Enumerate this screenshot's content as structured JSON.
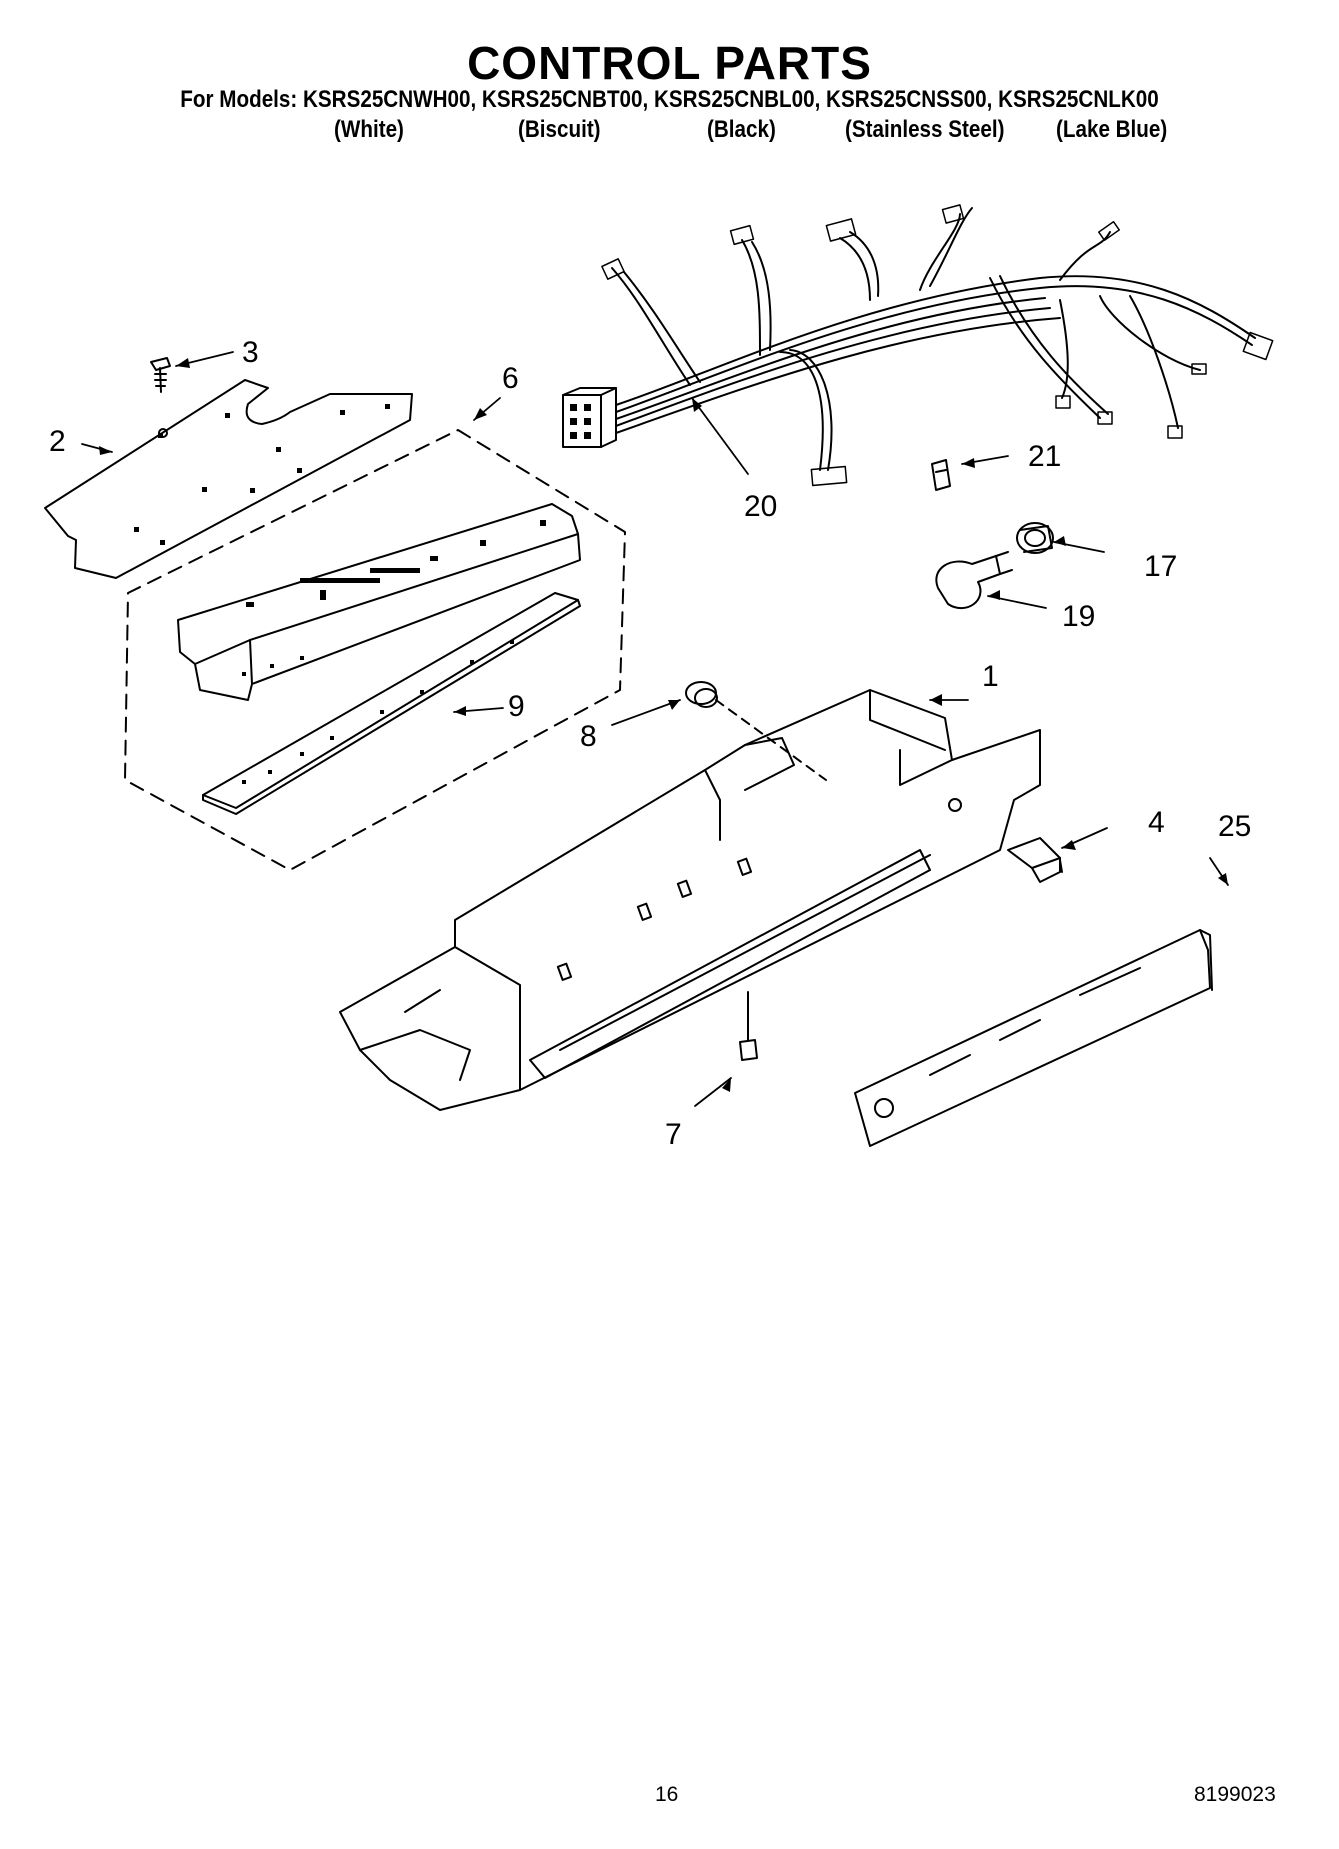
{
  "header": {
    "title": "CONTROL PARTS",
    "models_line": "For Models: KSRS25CNWH00, KSRS25CNBT00, KSRS25CNBL00, KSRS25CNSS00, KSRS25CNLK00",
    "colors": [
      "(White)",
      "(Biscuit)",
      "(Black)",
      "(Stainless Steel)",
      "(Lake Blue)"
    ]
  },
  "callouts": {
    "c1": "1",
    "c2": "2",
    "c3": "3",
    "c4": "4",
    "c6": "6",
    "c7": "7",
    "c8": "8",
    "c9": "9",
    "c17": "17",
    "c19": "19",
    "c20": "20",
    "c21": "21",
    "c25": "25"
  },
  "footer": {
    "page_number": "16",
    "doc_number": "8199023"
  }
}
